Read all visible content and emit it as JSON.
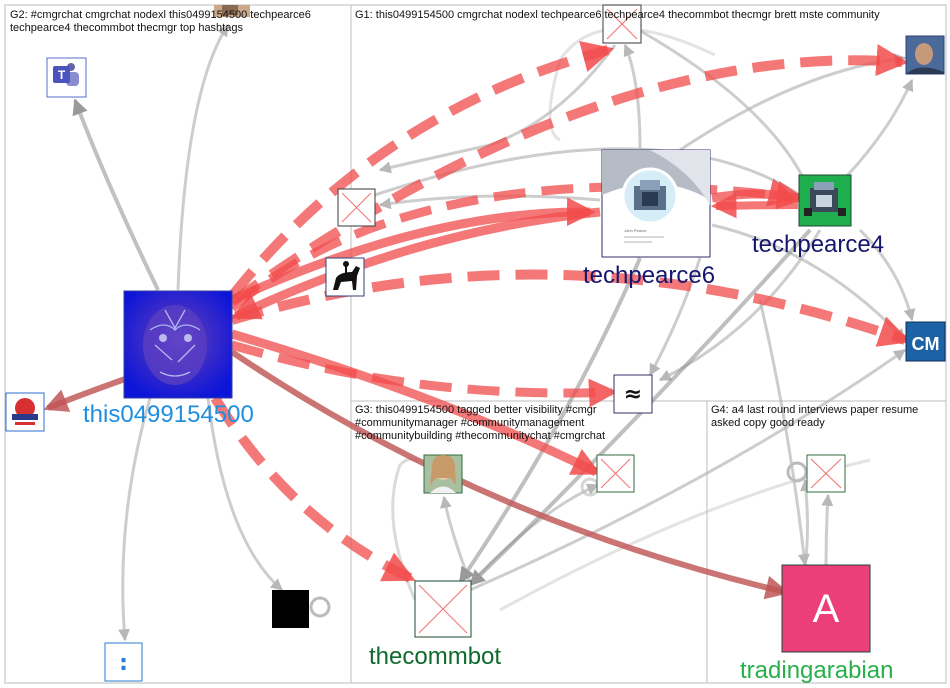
{
  "groups": [
    {
      "label": "G2: #cmgrchat cmgrchat nodexl this0499154500 techpearce6 techpearce4 thecommbot thecmgr top hashtags"
    },
    {
      "label": "G1: this0499154500 cmgrchat nodexl techpearce6 techpearce4 thecommbot thecmgr brett mste community"
    },
    {
      "label": "G3: this0499154500 tagged better visibility #cmgr #communitymanager #communitymanagement #communitybuilding #thecommunitychat #cmgrchat"
    },
    {
      "label": "G4: a4 last round interviews paper resume asked copy good ready"
    }
  ],
  "nodes": {
    "this0499154500": {
      "label": "this0499154500",
      "color": "#1e8fe0"
    },
    "techpearce6": {
      "label": "techpearce6",
      "color": "#16166e",
      "thumb_text": "John Pearce"
    },
    "techpearce4": {
      "label": "techpearce4",
      "color": "#16166e"
    },
    "thecommbot": {
      "label": "thecommbot",
      "color": "#0d6b2c"
    },
    "tradingarabian": {
      "label": "tradingarabian",
      "color": "#27b04a",
      "avatar_letter": "A",
      "avatar_color": "#ec3f7a"
    },
    "cm": {
      "label": "CM"
    },
    "approx": {
      "label": "≈"
    },
    "dots": {
      "label": ":"
    }
  },
  "colors": {
    "red_edge": "#f24b4b",
    "brown_edge": "#b86a6a",
    "gray_edge": "#b4b4b4",
    "panel_border": "#bdbdbd"
  }
}
